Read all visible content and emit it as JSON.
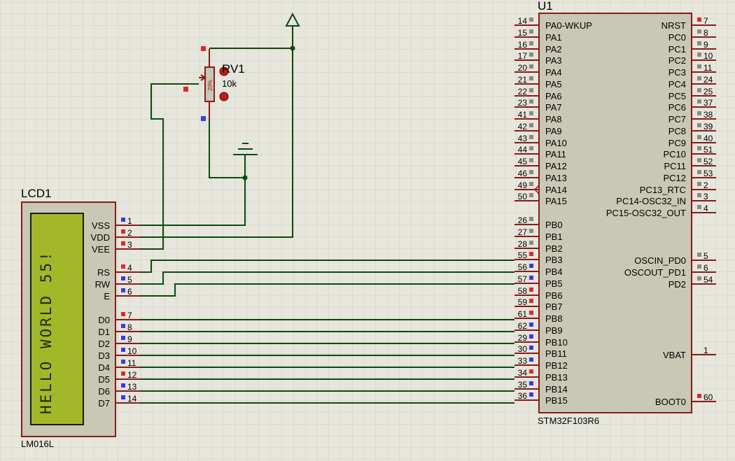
{
  "lcd": {
    "ref": "LCD1",
    "model": "LM016L",
    "display_text": "HELLO WORLD 55!",
    "pins": [
      {
        "label": "VSS",
        "num": "1"
      },
      {
        "label": "VDD",
        "num": "2"
      },
      {
        "label": "VEE",
        "num": "3"
      },
      {
        "label": "RS",
        "num": "4"
      },
      {
        "label": "RW",
        "num": "5"
      },
      {
        "label": "E",
        "num": "6"
      },
      {
        "label": "D0",
        "num": "7"
      },
      {
        "label": "D1",
        "num": "8"
      },
      {
        "label": "D2",
        "num": "9"
      },
      {
        "label": "D3",
        "num": "10"
      },
      {
        "label": "D4",
        "num": "11"
      },
      {
        "label": "D5",
        "num": "12"
      },
      {
        "label": "D6",
        "num": "13"
      },
      {
        "label": "D7",
        "num": "14"
      }
    ]
  },
  "pot": {
    "ref": "RV1",
    "value": "10k",
    "position": "20%"
  },
  "mcu": {
    "ref": "U1",
    "part": "STM32F103R6",
    "left_pins": [
      {
        "label": "PA0-WKUP",
        "num": "14"
      },
      {
        "label": "PA1",
        "num": "15"
      },
      {
        "label": "PA2",
        "num": "16"
      },
      {
        "label": "PA3",
        "num": "17"
      },
      {
        "label": "PA4",
        "num": "20"
      },
      {
        "label": "PA5",
        "num": "21"
      },
      {
        "label": "PA6",
        "num": "22"
      },
      {
        "label": "PA7",
        "num": "23"
      },
      {
        "label": "PA8",
        "num": "41"
      },
      {
        "label": "PA9",
        "num": "42"
      },
      {
        "label": "PA10",
        "num": "43"
      },
      {
        "label": "PA11",
        "num": "44"
      },
      {
        "label": "PA12",
        "num": "45"
      },
      {
        "label": "PA13",
        "num": "46"
      },
      {
        "label": "PA14",
        "num": "49"
      },
      {
        "label": "PA15",
        "num": "50"
      },
      {
        "label": "PB0",
        "num": "26"
      },
      {
        "label": "PB1",
        "num": "27"
      },
      {
        "label": "PB2",
        "num": "28"
      },
      {
        "label": "PB3",
        "num": "55"
      },
      {
        "label": "PB4",
        "num": "56"
      },
      {
        "label": "PB5",
        "num": "57"
      },
      {
        "label": "PB6",
        "num": "58"
      },
      {
        "label": "PB7",
        "num": "59"
      },
      {
        "label": "PB8",
        "num": "61"
      },
      {
        "label": "PB9",
        "num": "62"
      },
      {
        "label": "PB10",
        "num": "29"
      },
      {
        "label": "PB11",
        "num": "30"
      },
      {
        "label": "PB12",
        "num": "33"
      },
      {
        "label": "PB13",
        "num": "34"
      },
      {
        "label": "PB14",
        "num": "35"
      },
      {
        "label": "PB15",
        "num": "36"
      }
    ],
    "right_pins": [
      {
        "label": "NRST",
        "num": "7"
      },
      {
        "label": "PC0",
        "num": "8"
      },
      {
        "label": "PC1",
        "num": "9"
      },
      {
        "label": "PC2",
        "num": "10"
      },
      {
        "label": "PC3",
        "num": "11"
      },
      {
        "label": "PC4",
        "num": "24"
      },
      {
        "label": "PC5",
        "num": "25"
      },
      {
        "label": "PC6",
        "num": "37"
      },
      {
        "label": "PC7",
        "num": "38"
      },
      {
        "label": "PC8",
        "num": "39"
      },
      {
        "label": "PC9",
        "num": "40"
      },
      {
        "label": "PC10",
        "num": "51"
      },
      {
        "label": "PC11",
        "num": "52"
      },
      {
        "label": "PC12",
        "num": "53"
      },
      {
        "label": "PC13_RTC",
        "num": "2"
      },
      {
        "label": "PC14-OSC32_IN",
        "num": "3"
      },
      {
        "label": "PC15-OSC32_OUT",
        "num": "4"
      },
      {
        "label": "OSCIN_PD0",
        "num": "5"
      },
      {
        "label": "OSCOUT_PD1",
        "num": "6"
      },
      {
        "label": "PD2",
        "num": "54"
      },
      {
        "label": "VBAT",
        "num": "1"
      },
      {
        "label": "BOOT0",
        "num": "60"
      }
    ]
  },
  "colors": {
    "background": "#e6e6dc",
    "grid": "#cfcfc2",
    "component_outline": "#8b1a1a",
    "component_fill": "#c8c8b4",
    "wire": "#0b4a0b",
    "lcd_screen": "#a2b829",
    "pin_red": "#e02828",
    "pin_blue": "#3a3ae6",
    "pin_gray": "#8a8a8a"
  }
}
